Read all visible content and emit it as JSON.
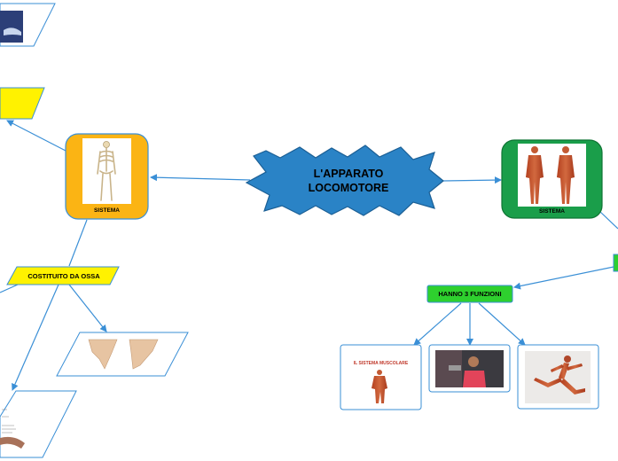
{
  "central_topic": {
    "line1": "L'APPARATO",
    "line2": "LOCOMOTORE"
  },
  "left_branch": {
    "image_label": "SISTEMA",
    "image_subject": "scheletro umano",
    "subtopic": "COSTITUITO DA OSSA",
    "children": [
      "scapole",
      "schema osseo"
    ]
  },
  "right_branch": {
    "image_label": "SISTEMA",
    "image_subject": "sistema muscolare",
    "subtopic": "HANNO 3 FUNZIONI",
    "images": [
      {
        "caption": "IL SISTEMA MUSCOLARE"
      },
      {
        "caption": ""
      },
      {
        "caption": ""
      }
    ]
  },
  "colors": {
    "connector": "#3a8fd6",
    "central_fill": "#2a83c6",
    "left_node_fill": "#fbb414",
    "right_node_fill": "#1a9e4a",
    "sub_yellow": "#fff200",
    "sub_green": "#2ed02e"
  }
}
